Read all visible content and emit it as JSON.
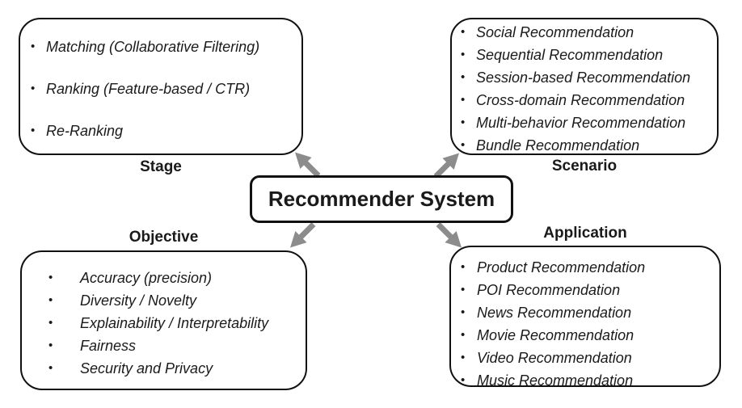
{
  "center_label": "Recommender System",
  "groups": {
    "stage": {
      "label": "Stage",
      "items": [
        "Matching (Collaborative Filtering)",
        "Ranking (Feature-based / CTR)",
        "Re-Ranking"
      ]
    },
    "scenario": {
      "label": "Scenario",
      "items": [
        "Social Recommendation",
        "Sequential Recommendation",
        "Session-based Recommendation",
        "Cross-domain Recommendation",
        "Multi-behavior Recommendation",
        "Bundle Recommendation"
      ]
    },
    "objective": {
      "label": "Objective",
      "items": [
        "Accuracy (precision)",
        "Diversity / Novelty",
        "Explainability / Interpretability",
        "Fairness",
        "Security and Privacy"
      ]
    },
    "application": {
      "label": "Application",
      "items": [
        "Product Recommendation",
        "POI Recommendation",
        "News Recommendation",
        "Movie Recommendation",
        "Video Recommendation",
        "Music Recommendation"
      ]
    }
  },
  "icons": {
    "bullet": "•"
  },
  "colors": {
    "arrow": "#8c8c8c",
    "box_border": "#111111",
    "text": "#1a1a1a",
    "background": "#ffffff"
  }
}
